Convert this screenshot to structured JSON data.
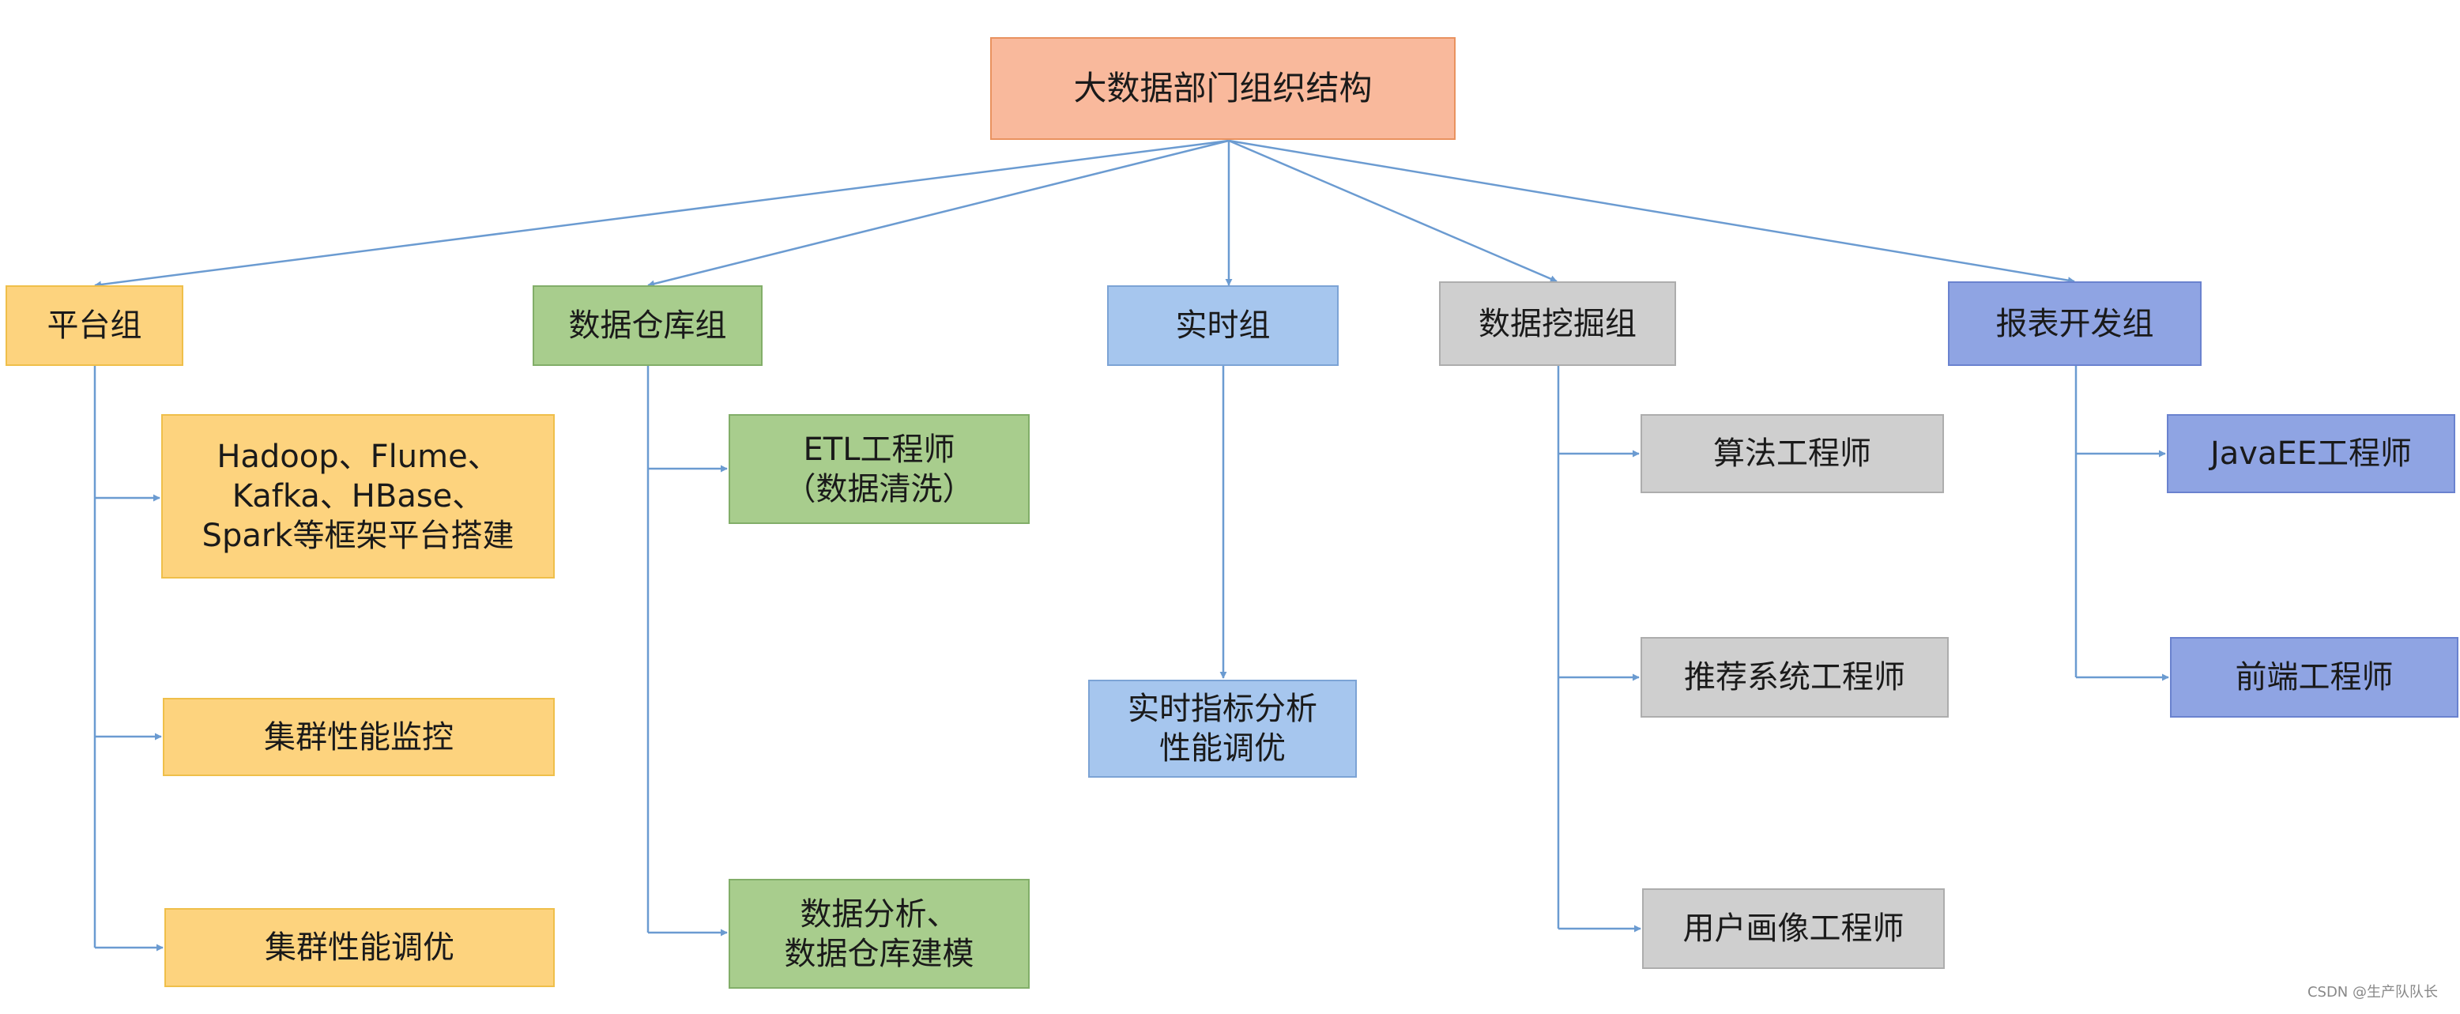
{
  "title": "大数据部门组织结构",
  "groups": {
    "platform": {
      "label": "平台组",
      "children": [
        [
          "Hadoop、Flume、",
          "Kafka、HBase、",
          "Spark等框架平台搭建"
        ],
        [
          "集群性能监控"
        ],
        [
          "集群性能调优"
        ]
      ]
    },
    "warehouse": {
      "label": "数据仓库组",
      "children": [
        [
          "ETL工程师",
          "（数据清洗）"
        ],
        [
          "数据分析、",
          "数据仓库建模"
        ]
      ]
    },
    "realtime": {
      "label": "实时组",
      "children": [
        [
          "实时指标分析",
          "性能调优"
        ]
      ]
    },
    "mining": {
      "label": "数据挖掘组",
      "children": [
        [
          "算法工程师"
        ],
        [
          "推荐系统工程师"
        ],
        [
          "用户画像工程师"
        ]
      ]
    },
    "report": {
      "label": "报表开发组",
      "children": [
        [
          "JavaEE工程师"
        ],
        [
          "前端工程师"
        ]
      ]
    }
  },
  "colors": {
    "root": "#F9B99C",
    "platform": "#FDD37E",
    "warehouse": "#A8CD8D",
    "realtime": "#A6C6EE",
    "mining": "#CFCFCF",
    "report": "#8FA4E3",
    "connector": "#6B9BD1"
  },
  "watermark": "CSDN @生产队队长"
}
